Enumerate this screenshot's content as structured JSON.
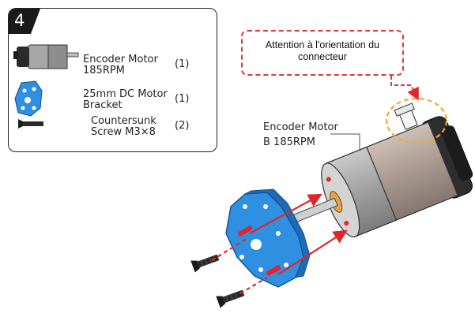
{
  "step": {
    "number": "4"
  },
  "parts": [
    {
      "label_line1": "Encoder Motor",
      "label_line2": "185RPM",
      "qty": "(1)",
      "icon": "encoder-motor-icon"
    },
    {
      "label_line1": "25mm DC Motor",
      "label_line2": "Bracket",
      "qty": "(1)",
      "icon": "motor-bracket-icon"
    },
    {
      "label_line1": "Countersunk",
      "label_line2": "Screw M3×8",
      "qty": "(2)",
      "icon": "countersunk-screw-icon"
    }
  ],
  "callout": {
    "line1": "Attention à l'orientation du",
    "line2": "connecteur"
  },
  "motor_label": {
    "line1": "Encoder Motor",
    "line2": "B 185RPM"
  },
  "colors": {
    "bracket_blue": "#2f8fe0",
    "callout_red": "#e23838",
    "arrow_red": "#e2242c",
    "highlight_orange": "#f0a830",
    "motor_body": "#9a9a9a",
    "gearbox": "#b8a79c"
  }
}
